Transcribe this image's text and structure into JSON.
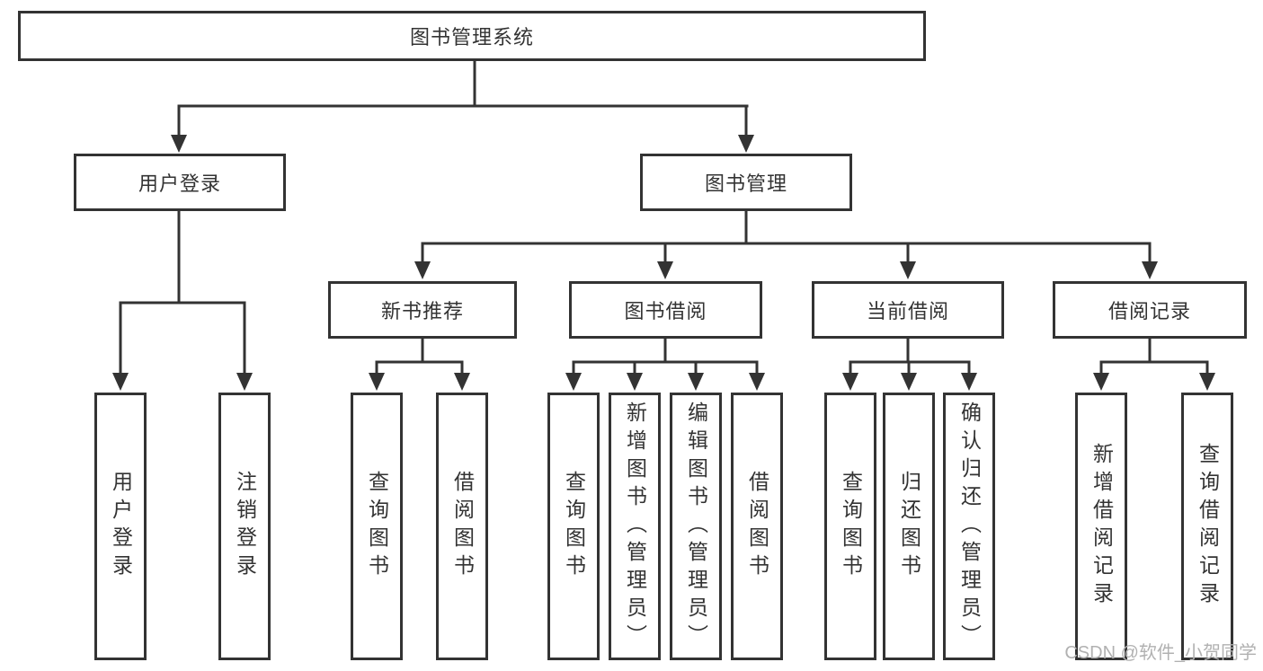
{
  "diagram": {
    "root": {
      "label": "图书管理系统"
    },
    "branches": [
      {
        "label": "用户登录",
        "children": [
          {
            "label": "用户登录"
          },
          {
            "label": "注销登录"
          }
        ]
      },
      {
        "label": "图书管理",
        "groups": [
          {
            "label": "新书推荐",
            "children": [
              {
                "label": "查询图书"
              },
              {
                "label": "借阅图书"
              }
            ]
          },
          {
            "label": "图书借阅",
            "children": [
              {
                "label": "查询图书"
              },
              {
                "label": "新增图书（管理员）"
              },
              {
                "label": "编辑图书（管理员）"
              },
              {
                "label": "借阅图书"
              }
            ]
          },
          {
            "label": "当前借阅",
            "children": [
              {
                "label": "查询图书"
              },
              {
                "label": "归还图书"
              },
              {
                "label": "确认归还（管理员）"
              }
            ]
          },
          {
            "label": "借阅记录",
            "children": [
              {
                "label": "新增借阅记录"
              },
              {
                "label": "查询借阅记录"
              }
            ]
          }
        ]
      }
    ]
  },
  "watermark": {
    "text": "CSDN @软件_小贺同学"
  },
  "colors": {
    "line": "#333333",
    "box_border": "#333333",
    "text": "#333333",
    "watermark": "#b1b1b1",
    "background": "#ffffff"
  }
}
